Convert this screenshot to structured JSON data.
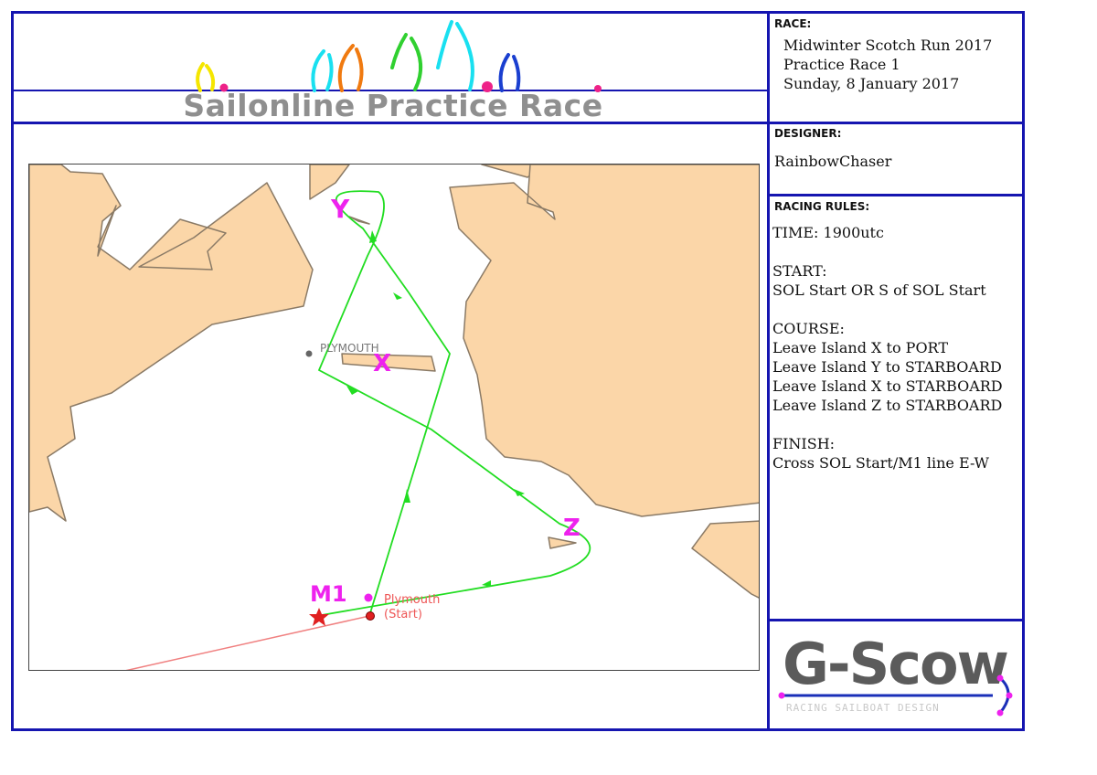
{
  "banner": {
    "title": "Sailonline Practice Race"
  },
  "race": {
    "label": "RACE:",
    "name": "Midwinter Scotch Run 2017",
    "subtitle": "Practice Race 1",
    "date": "Sunday, 8 January 2017"
  },
  "designer": {
    "label": "DESIGNER:",
    "name": "RainbowChaser"
  },
  "rules": {
    "label": "RACING RULES:",
    "time": "TIME: 1900utc",
    "start_label": "START:",
    "start_text": "SOL Start OR S of SOL Start",
    "course_label": "COURSE:",
    "course": [
      "Leave Island X to PORT",
      "Leave Island Y to STARBOARD",
      "Leave Island X to STARBOARD",
      "Leave Island Z to STARBOARD"
    ],
    "finish_label": "FINISH:",
    "finish_text": "Cross SOL Start/M1 line E-W"
  },
  "map": {
    "city_label": "PLYMOUTH",
    "start_label_1": "Plymouth",
    "start_label_2": "(Start)",
    "mark_m1": "M1",
    "island_x": "X",
    "island_y": "Y",
    "island_z": "Z",
    "colors": {
      "land": "#fbd6a8",
      "coast": "#8a7a66",
      "course": "#22dd22",
      "marks": "#ee22ee",
      "start": "#e02020"
    }
  },
  "logo": {
    "main": "G-Scow",
    "sub": "RACING SAILBOAT DESIGN"
  }
}
